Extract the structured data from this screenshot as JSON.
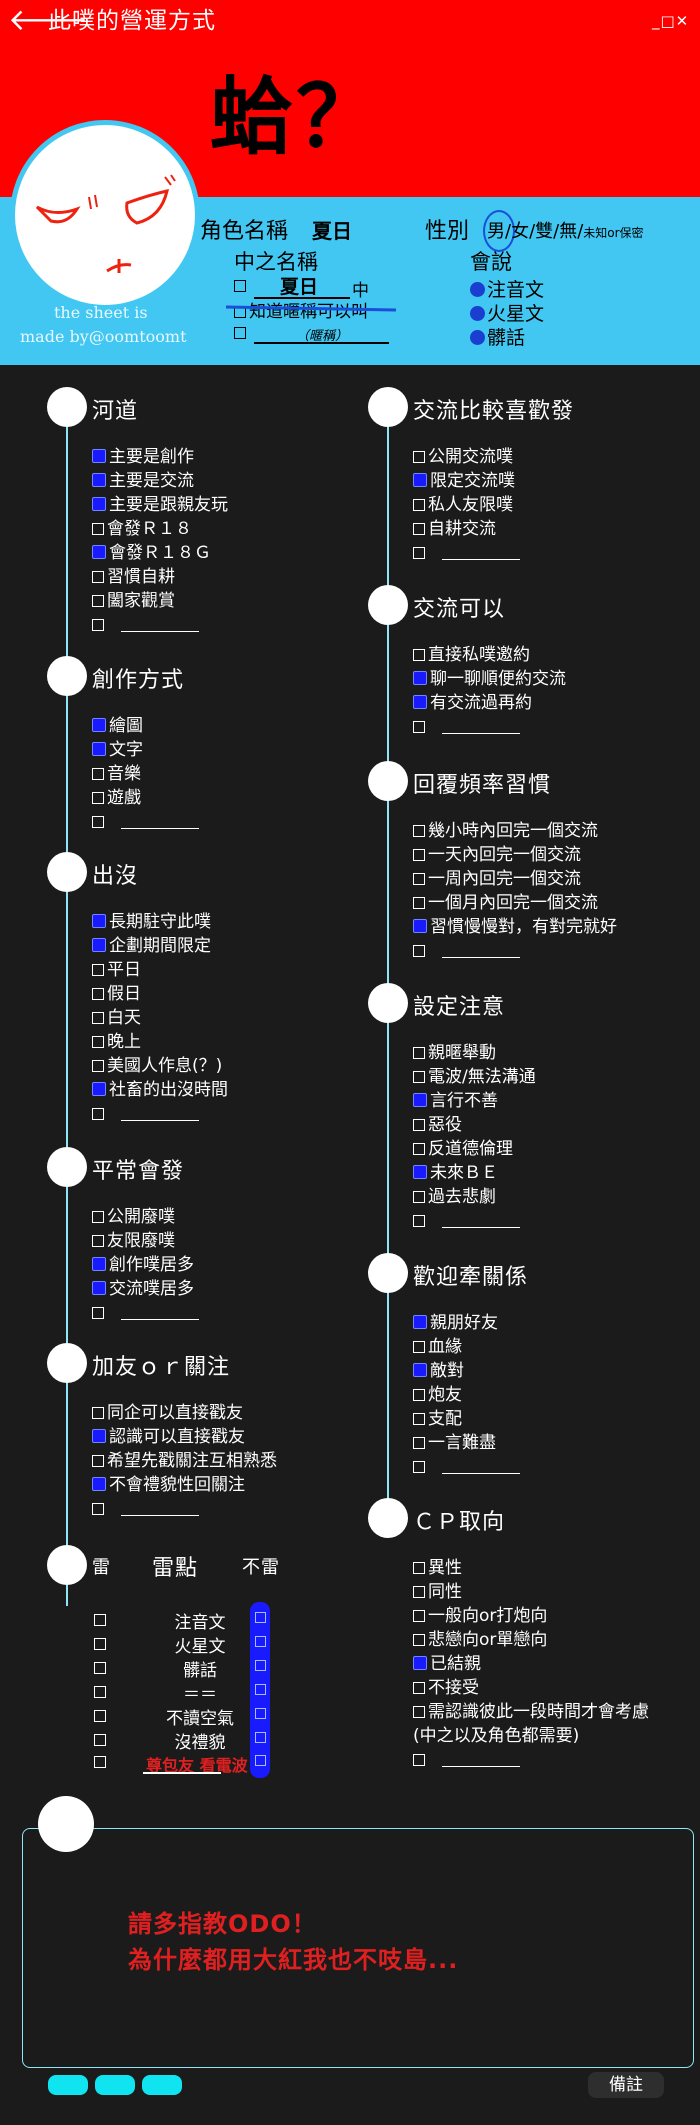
{
  "header": {
    "back_arrow": "🡐",
    "title": "此噗的營運方式",
    "window_controls": "_□✕",
    "big_title": "蛤？",
    "credit_line1": "the sheet is",
    "credit_line2": "made by@oomtoomt"
  },
  "profile": {
    "char_name_label": "角色名稱",
    "char_name_value": "夏日",
    "gender_label": "性別",
    "gender_selected": "男",
    "gender_rest": "/女/雙/無/",
    "gender_small": "未知or保密",
    "cn_label": "中之名稱",
    "cn_value": "夏日",
    "cn_suffix": "中",
    "cn_option2": "知道暱稱可以叫",
    "cn_hint": "（暱稱）",
    "speak_label": "會說",
    "speak_items": [
      "注音文",
      "火星文",
      "髒話"
    ]
  },
  "sections": {
    "river": {
      "title": "河道",
      "items": [
        {
          "text": "主要是創作",
          "checked": true
        },
        {
          "text": "主要是交流",
          "checked": true
        },
        {
          "text": "主要是跟親友玩",
          "checked": true
        },
        {
          "text": "會發Ｒ１８",
          "checked": false
        },
        {
          "text": "會發Ｒ１８Ｇ",
          "checked": true
        },
        {
          "text": "習慣自耕",
          "checked": false
        },
        {
          "text": "闔家觀賞",
          "checked": false
        }
      ]
    },
    "create": {
      "title": "創作方式",
      "items": [
        {
          "text": "繪圖",
          "checked": true
        },
        {
          "text": "文字",
          "checked": true
        },
        {
          "text": "音樂",
          "checked": false
        },
        {
          "text": "遊戲",
          "checked": false
        }
      ]
    },
    "appear": {
      "title": "出沒",
      "items": [
        {
          "text": "長期駐守此噗",
          "checked": true
        },
        {
          "text": "企劃期間限定",
          "checked": true
        },
        {
          "text": "平日",
          "checked": false
        },
        {
          "text": "假日",
          "checked": false
        },
        {
          "text": "白天",
          "checked": false
        },
        {
          "text": "晚上",
          "checked": false
        },
        {
          "text": "美國人作息(？)",
          "checked": false
        },
        {
          "text": "社畜的出沒時間",
          "checked": true
        }
      ]
    },
    "usual": {
      "title": "平常會發",
      "items": [
        {
          "text": "公開廢噗",
          "checked": false
        },
        {
          "text": "友限廢噗",
          "checked": false
        },
        {
          "text": "創作噗居多",
          "checked": true
        },
        {
          "text": "交流噗居多",
          "checked": true
        }
      ]
    },
    "friend": {
      "title": "加友ｏｒ關注",
      "items": [
        {
          "text": "同企可以直接戳友",
          "checked": false
        },
        {
          "text": "認識可以直接戳友",
          "checked": true
        },
        {
          "text": "希望先戳關注互相熟悉",
          "checked": false
        },
        {
          "text": "不會禮貌性回關注",
          "checked": true
        }
      ]
    },
    "thunder": {
      "title": "雷",
      "center": "雷點",
      "right": "不雷",
      "rows": [
        "注音文",
        "火星文",
        "髒話",
        "＝＝",
        "不讀空氣",
        "沒禮貌"
      ],
      "last_row": "尊包友 看電波"
    },
    "exchange": {
      "title": "交流比較喜歡發",
      "items": [
        {
          "text": "公開交流噗",
          "checked": false
        },
        {
          "text": "限定交流噗",
          "checked": true
        },
        {
          "text": "私人友限噗",
          "checked": false
        },
        {
          "text": "自耕交流",
          "checked": false
        }
      ]
    },
    "can": {
      "title": "交流可以",
      "items": [
        {
          "text": "直接私噗邀約",
          "checked": false
        },
        {
          "text": "聊一聊順便約交流",
          "checked": true
        },
        {
          "text": "有交流過再約",
          "checked": true
        }
      ]
    },
    "reply": {
      "title": "回覆頻率習慣",
      "items": [
        {
          "text": "幾小時內回完一個交流",
          "checked": false
        },
        {
          "text": "一天內回完一個交流",
          "checked": false
        },
        {
          "text": "一周內回完一個交流",
          "checked": false
        },
        {
          "text": "一個月內回完一個交流",
          "checked": false
        },
        {
          "text": "習慣慢慢對，有對完就好",
          "checked": true
        }
      ]
    },
    "setting": {
      "title": "設定注意",
      "items": [
        {
          "text": "親暱舉動",
          "checked": false
        },
        {
          "text": "電波/無法溝通",
          "checked": false
        },
        {
          "text": "言行不善",
          "checked": true
        },
        {
          "text": "惡役",
          "checked": false
        },
        {
          "text": "反道德倫理",
          "checked": false
        },
        {
          "text": "未來ＢＥ",
          "checked": true
        },
        {
          "text": "過去悲劇",
          "checked": false
        }
      ]
    },
    "relation": {
      "title": "歡迎牽關係",
      "items": [
        {
          "text": "親朋好友",
          "checked": true
        },
        {
          "text": "血緣",
          "checked": false
        },
        {
          "text": "敵對",
          "checked": true
        },
        {
          "text": "炮友",
          "checked": false
        },
        {
          "text": "支配",
          "checked": false
        },
        {
          "text": "一言難盡",
          "checked": false
        }
      ]
    },
    "cp": {
      "title": "ＣＰ取向",
      "items": [
        {
          "text": "異性",
          "checked": false
        },
        {
          "text": "同性",
          "checked": false
        },
        {
          "text": "一般向or打炮向",
          "checked": false
        },
        {
          "text": "悲戀向or單戀向",
          "checked": false
        },
        {
          "text": "已結親",
          "checked": true
        },
        {
          "text": "不接受",
          "checked": false
        },
        {
          "text": "需認識彼此一段時間才會考慮",
          "checked": false
        }
      ],
      "extra": "(中之以及角色都需要)"
    }
  },
  "memo": {
    "line1": "請多指教ODO！",
    "line2": "為什麼都用大紅我也不吱島..."
  },
  "footer": {
    "note_button": "備註"
  },
  "colors": {
    "header_red": "#ff0000",
    "header_cyan": "#41c7f1",
    "background": "#1b1b1b",
    "check_blue": "#1a1aff",
    "memo_red": "#e02020",
    "pill_cyan": "#10e4f0"
  }
}
